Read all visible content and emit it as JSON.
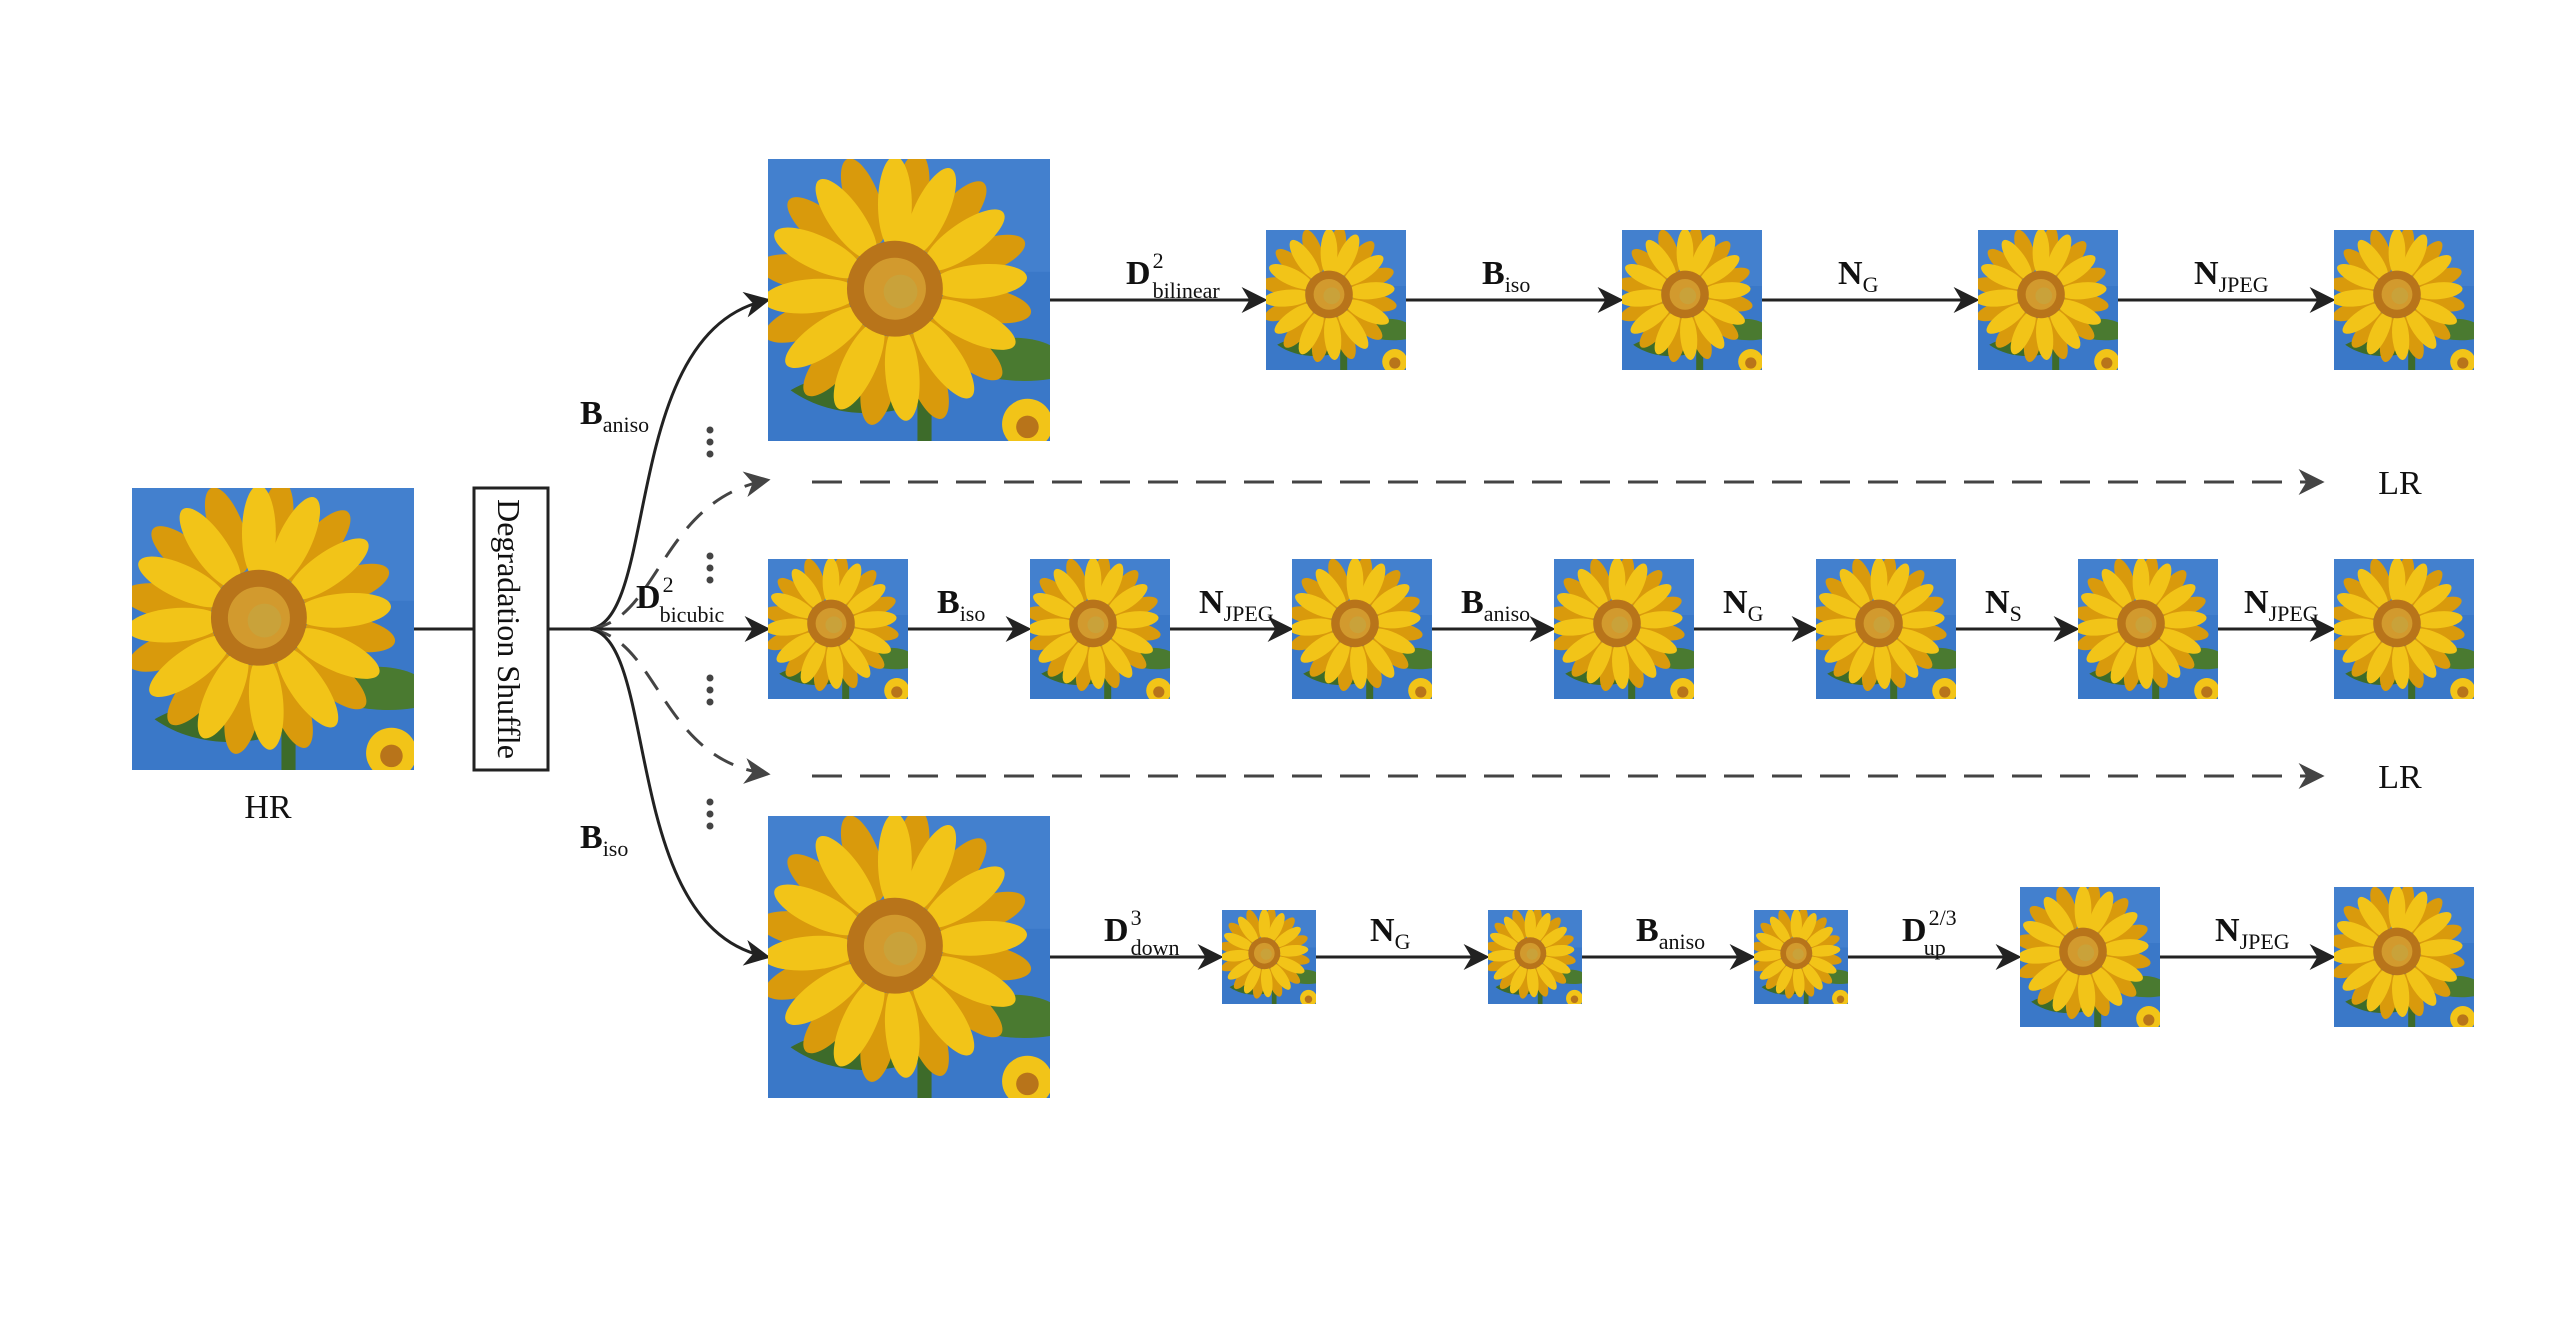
{
  "input_label": "HR",
  "shuffle_label": "Degradation Shuffle",
  "branch_labels": [
    {
      "main": "B",
      "sub": "aniso",
      "sup": ""
    },
    {
      "main": "D",
      "sub": "bicubic",
      "sup": "2"
    },
    {
      "main": "B",
      "sub": "iso",
      "sup": ""
    }
  ],
  "dashed_outputs": [
    "LR",
    "LR"
  ],
  "pipelines": [
    {
      "ops": [
        {
          "main": "D",
          "sub": "bilinear",
          "sup": "2"
        },
        {
          "main": "B",
          "sub": "iso",
          "sup": ""
        },
        {
          "main": "N",
          "sub": "G",
          "sup": ""
        },
        {
          "main": "N",
          "sub": "JPEG",
          "sup": ""
        }
      ]
    },
    {
      "ops": [
        {
          "main": "B",
          "sub": "iso",
          "sup": ""
        },
        {
          "main": "N",
          "sub": "JPEG",
          "sup": ""
        },
        {
          "main": "B",
          "sub": "aniso",
          "sup": ""
        },
        {
          "main": "N",
          "sub": "G",
          "sup": ""
        },
        {
          "main": "N",
          "sub": "S",
          "sup": ""
        },
        {
          "main": "N",
          "sub": "JPEG",
          "sup": ""
        }
      ]
    },
    {
      "ops": [
        {
          "main": "D",
          "sub": "down",
          "sup": "3"
        },
        {
          "main": "N",
          "sub": "G",
          "sup": ""
        },
        {
          "main": "B",
          "sub": "aniso",
          "sup": ""
        },
        {
          "main": "D",
          "sub": "up",
          "sup": "2/3"
        },
        {
          "main": "N",
          "sub": "JPEG",
          "sup": ""
        }
      ]
    }
  ],
  "colors": {
    "sky": "#3a78c8",
    "petal": "#f2c418",
    "petal_dark": "#d99a0c",
    "center": "#b8741a",
    "center_inner": "#d29a2e",
    "leaf": "#3d6b2a",
    "stroke": "#222222",
    "dashed": "#444444"
  }
}
